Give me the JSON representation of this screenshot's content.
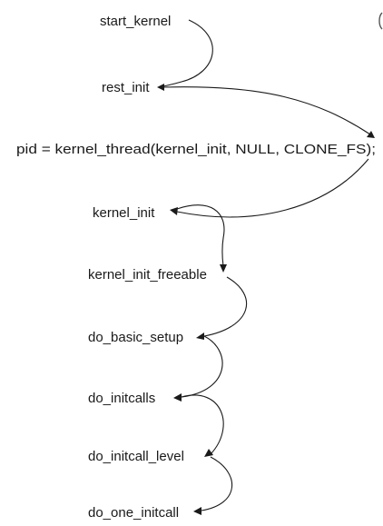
{
  "diagram": {
    "nodes": [
      {
        "id": "start_kernel",
        "label": "start_kernel"
      },
      {
        "id": "rest_init",
        "label": "rest_init"
      },
      {
        "id": "kernel_thread",
        "label": "pid = kernel_thread(kernel_init, NULL, CLONE_FS);"
      },
      {
        "id": "kernel_init",
        "label": "kernel_init"
      },
      {
        "id": "kernel_init_freeable",
        "label": "kernel_init_freeable"
      },
      {
        "id": "do_basic_setup",
        "label": "do_basic_setup"
      },
      {
        "id": "do_initcalls",
        "label": "do_initcalls"
      },
      {
        "id": "do_initcall_level",
        "label": "do_initcall_level"
      },
      {
        "id": "do_one_initcall",
        "label": "do_one_initcall"
      }
    ],
    "edges": [
      {
        "from": "start_kernel",
        "to": "rest_init"
      },
      {
        "from": "rest_init",
        "to": "kernel_thread"
      },
      {
        "from": "kernel_thread",
        "to": "kernel_init"
      },
      {
        "from": "kernel_init",
        "to": "kernel_init_freeable"
      },
      {
        "from": "kernel_init_freeable",
        "to": "do_basic_setup"
      },
      {
        "from": "do_basic_setup",
        "to": "do_initcalls"
      },
      {
        "from": "do_initcalls",
        "to": "do_initcall_level"
      },
      {
        "from": "do_initcall_level",
        "to": "do_one_initcall"
      }
    ],
    "colors": {
      "text": "#1a1a1a",
      "line": "#1a1a1a",
      "background": "#ffffff"
    }
  }
}
